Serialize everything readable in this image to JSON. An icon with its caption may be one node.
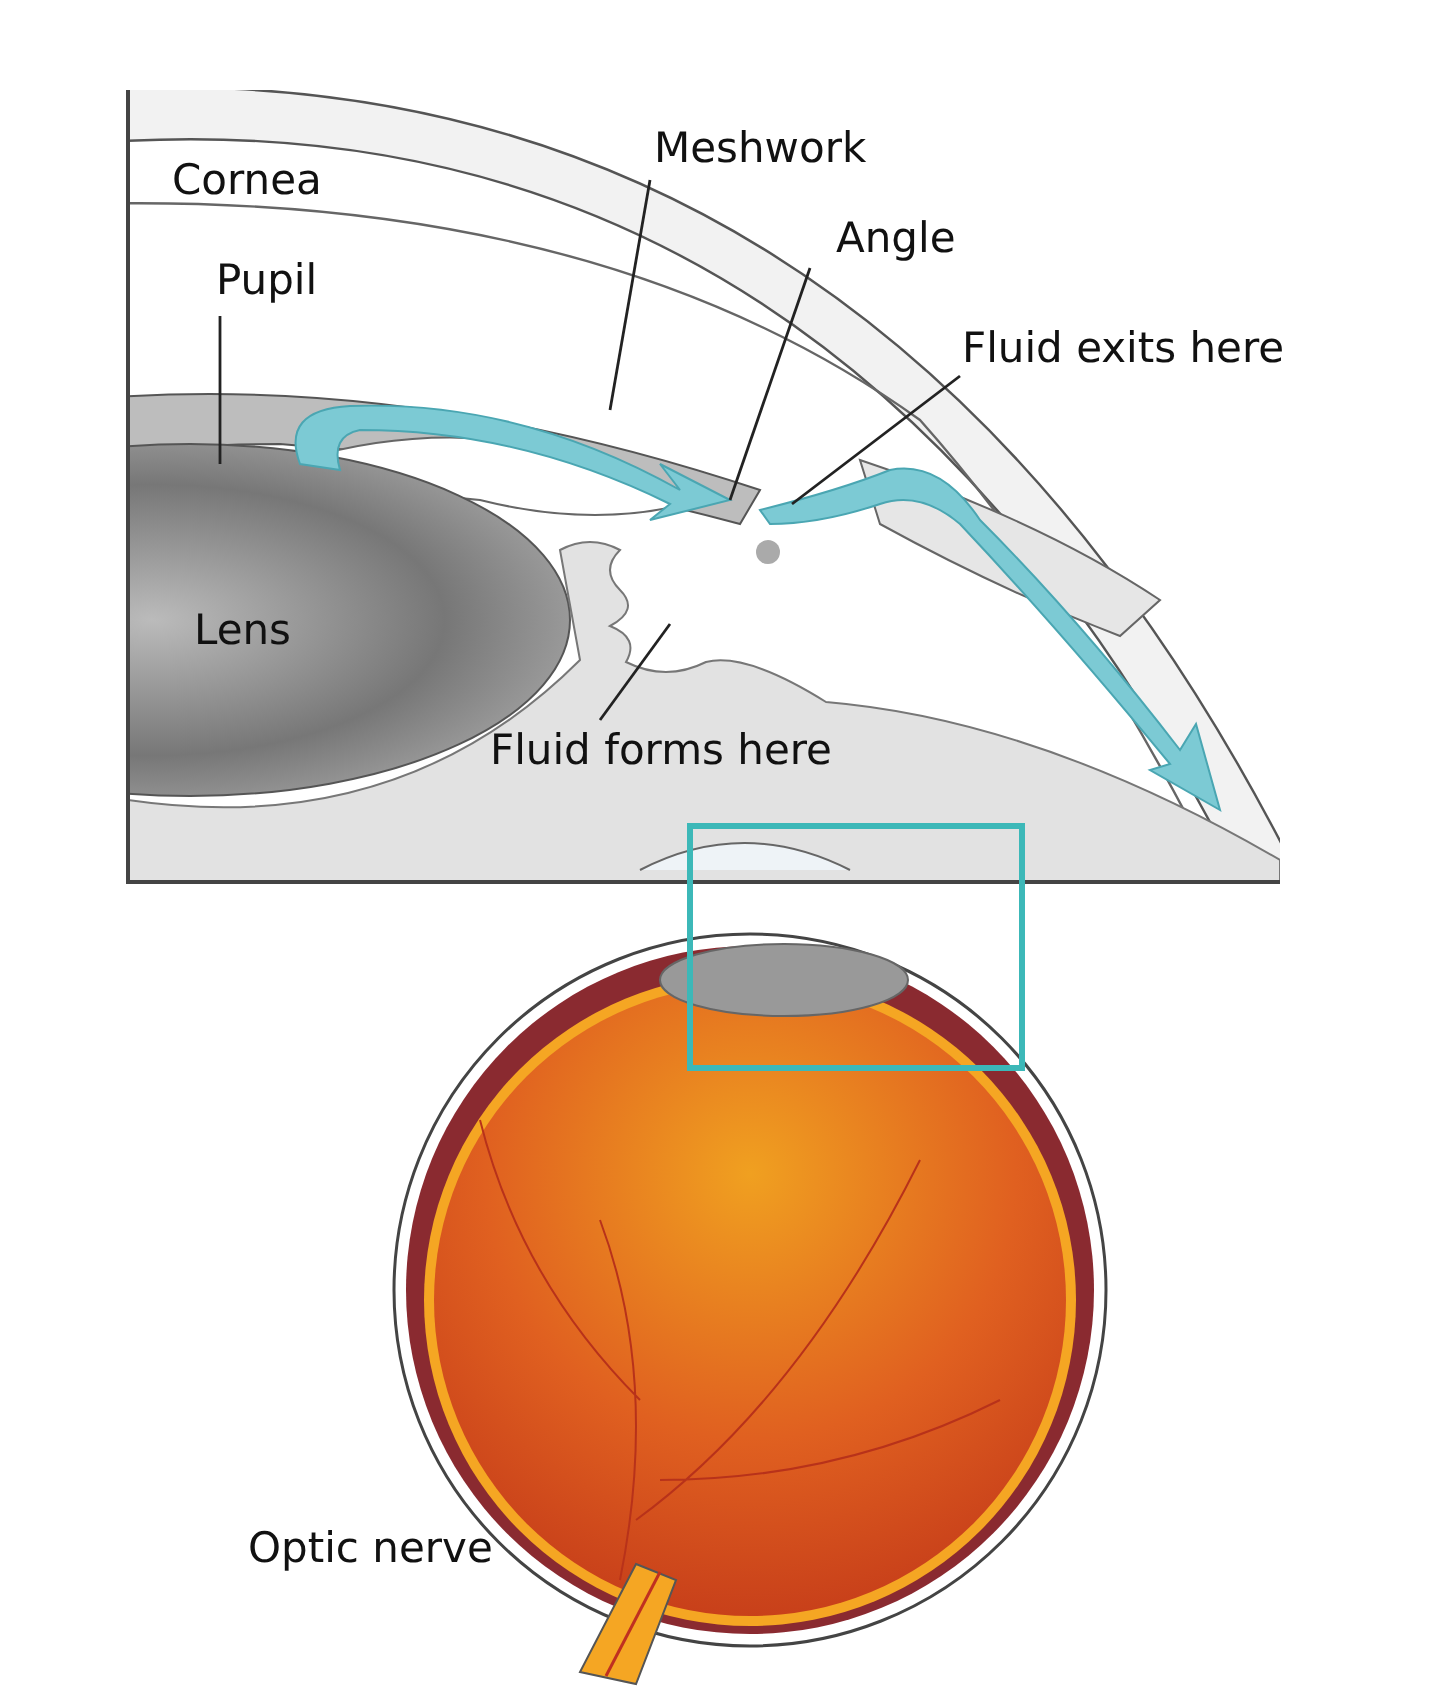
{
  "diagram": {
    "nodes": [
      {
        "text": [
          "Meshwork"
        ]
      },
      {
        "text": [
          "Angle"
        ]
      },
      {
        "text": [
          "Pupil"
        ]
      },
      {
        "text": [
          "Fluid exits here"
        ]
      },
      {
        "text": [
          "Fluid forms here"
        ]
      }
    ],
    "edges": [
      {
        "from": 0,
        "to": null,
        "arrow": "none"
      },
      {
        "from": 1,
        "to": null,
        "arrow": "none"
      },
      {
        "from": 2,
        "to": null,
        "arrow": "none"
      },
      {
        "from": 3,
        "to": null,
        "arrow": "none"
      },
      {
        "from": 4,
        "to": null,
        "arrow": "none"
      }
    ],
    "labels": [
      "Cornea",
      "Lens",
      "Optic nerve"
    ]
  }
}
